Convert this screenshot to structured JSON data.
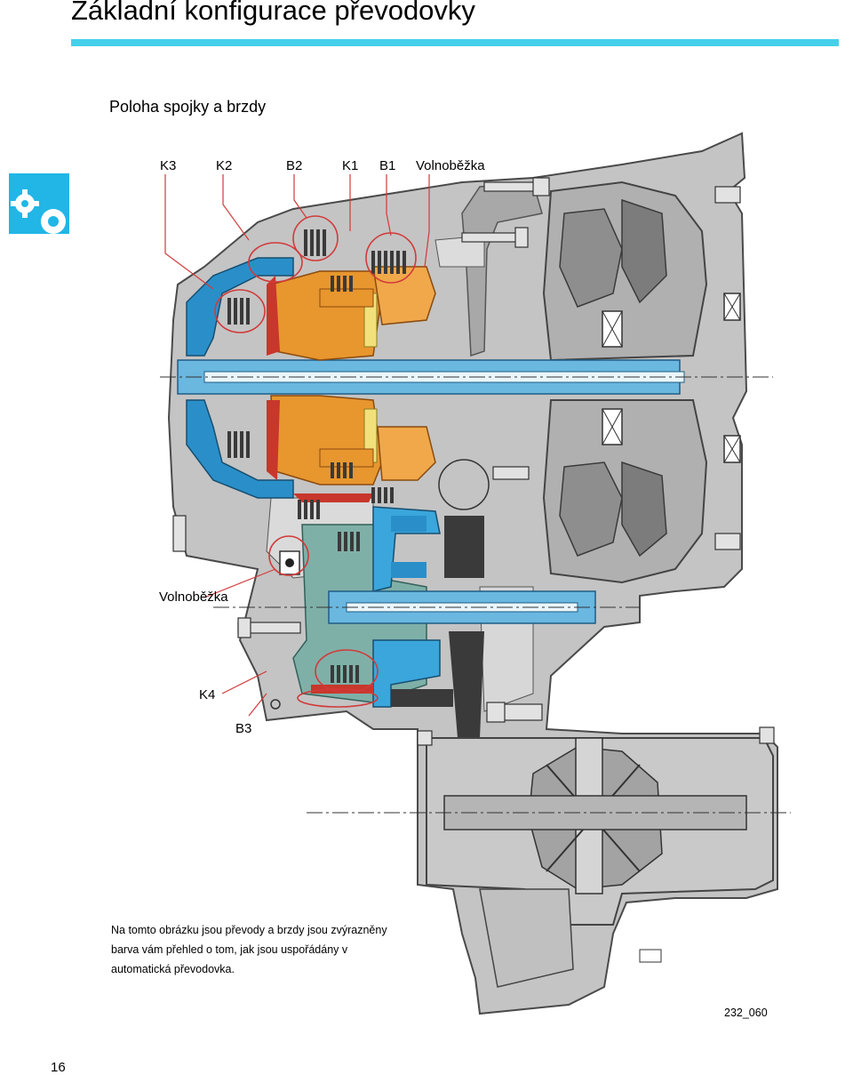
{
  "page": {
    "title": "Základní konfigurace převodovky",
    "subtitle": "Poloha spojky a brzdy",
    "page_number": "16",
    "figure_id": "232_060",
    "accent_color": "#45d0ea"
  },
  "diagram": {
    "labels": {
      "k3": "K3",
      "k2": "K2",
      "b2": "B2",
      "k1": "K1",
      "b1": "B1",
      "freewheel_top": "Volnoběžka",
      "freewheel_mid": "Volnoběžka",
      "k4": "K4",
      "b3": "B3"
    },
    "colors": {
      "housing": "#bdbdbd",
      "housing_dark": "#8d8d8d",
      "shaft": "#6ab7e0",
      "orange": "#e8962e",
      "red": "#c8372b",
      "yellow": "#f2e07a",
      "teal": "#7fb0a8",
      "blue_dark": "#2a8fc9",
      "highlight_circle": "#d23a3a"
    }
  },
  "caption": {
    "line1": "Na tomto obrázku jsou převody a brzdy jsou zvýrazněny",
    "line2": "barva vám přehled o tom, jak jsou uspořádány v",
    "line3": "automatická převodovka."
  }
}
